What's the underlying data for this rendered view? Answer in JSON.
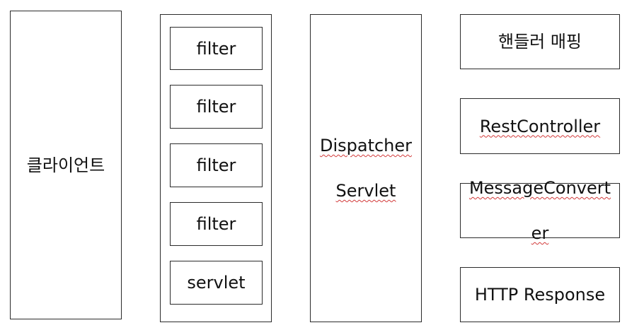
{
  "client": {
    "label": "클라이언트"
  },
  "filter_chain": {
    "items": [
      {
        "label": "filter"
      },
      {
        "label": "filter"
      },
      {
        "label": "filter"
      },
      {
        "label": "filter"
      },
      {
        "label": "servlet"
      }
    ]
  },
  "dispatcher": {
    "line1": "Dispatcher",
    "line2": "Servlet"
  },
  "right_column": {
    "handler_mapping": "핸들러 매핑",
    "rest_controller": "RestController",
    "message_converter_line1": "MessageConvert",
    "message_converter_line2": "er",
    "http_response": "HTTP Response"
  }
}
